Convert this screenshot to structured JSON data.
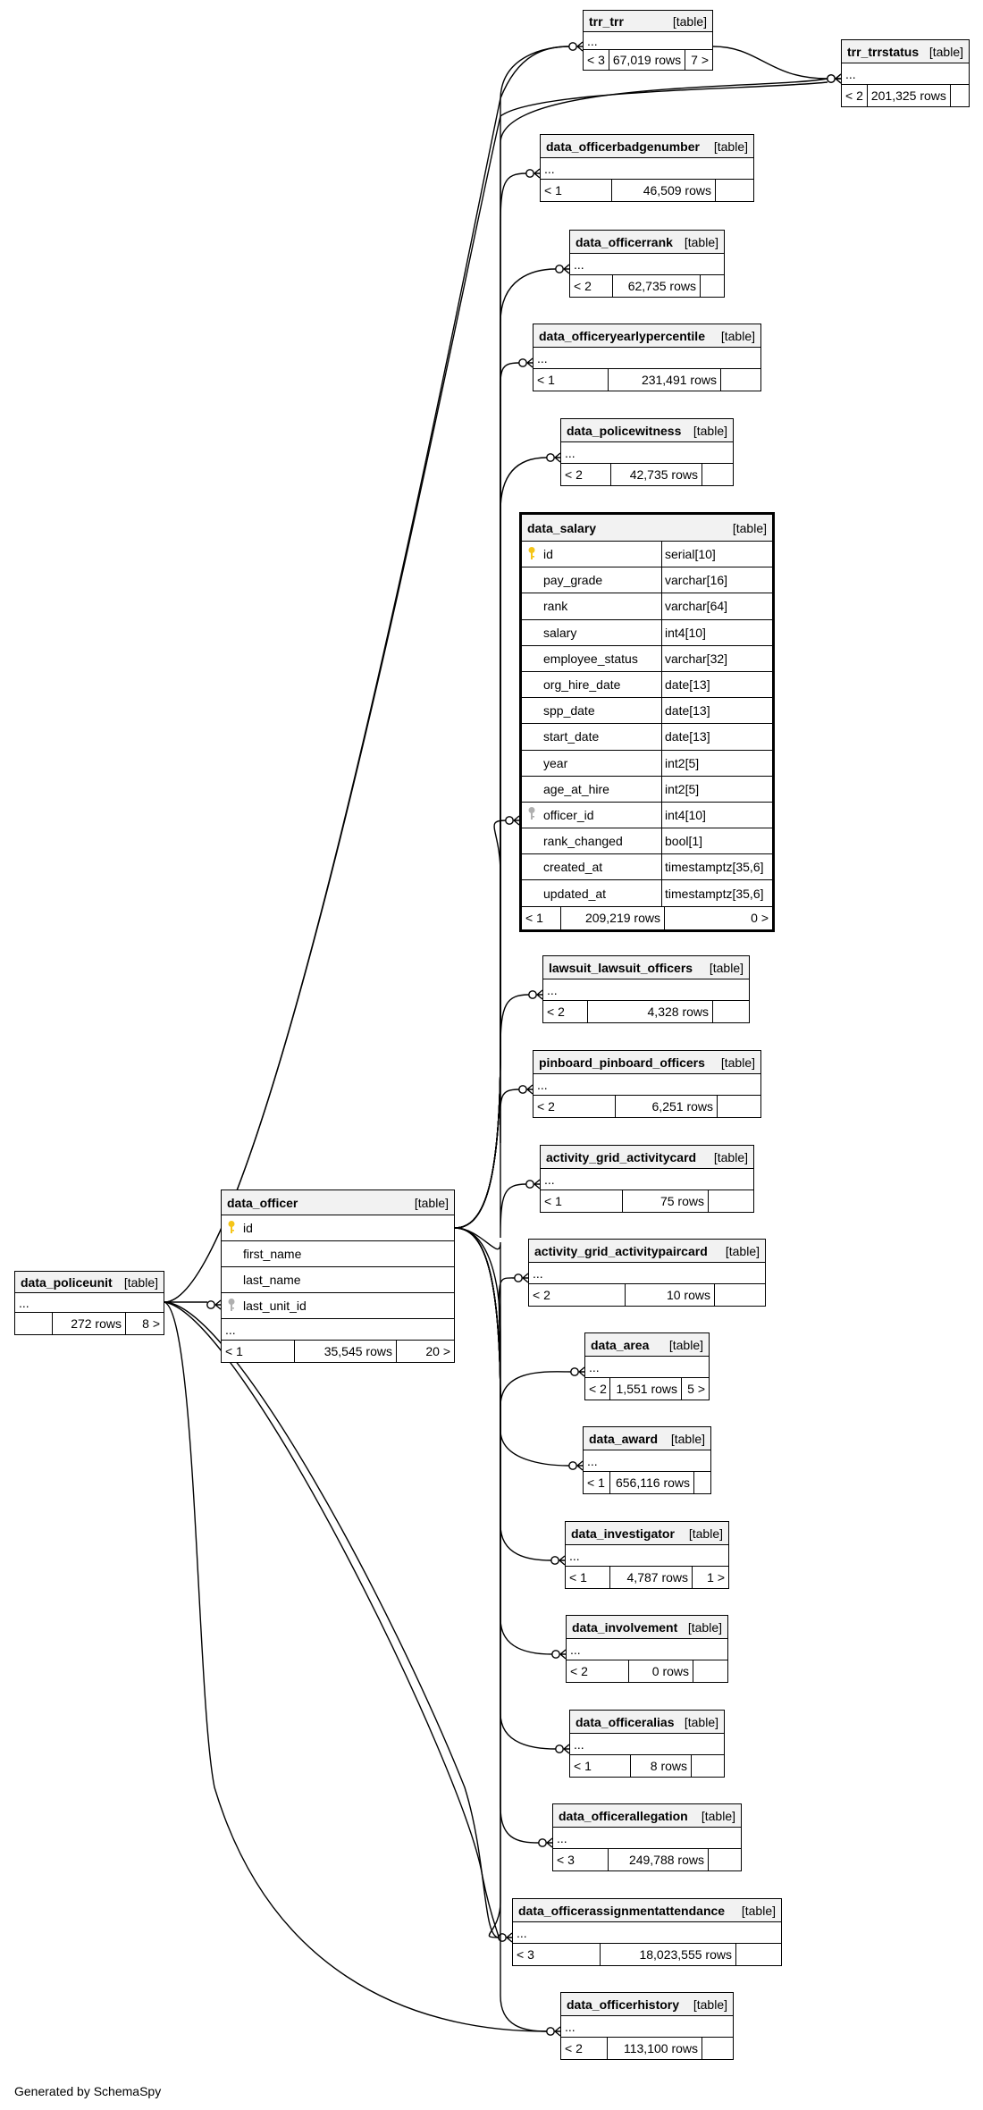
{
  "tables": {
    "trr_trr": {
      "name": "trr_trr",
      "type": "[table]",
      "ellipsis": "...",
      "parents": "< 3",
      "rows": "67,019 rows",
      "children": "7 >"
    },
    "trr_trrstatus": {
      "name": "trr_trrstatus",
      "type": "[table]",
      "ellipsis": "...",
      "parents": "< 2",
      "rows": "201,325 rows",
      "children": ""
    },
    "data_officerbadgenumber": {
      "name": "data_officerbadgenumber",
      "type": "[table]",
      "ellipsis": "...",
      "parents": "< 1",
      "rows": "46,509 rows",
      "children": ""
    },
    "data_officerrank": {
      "name": "data_officerrank",
      "type": "[table]",
      "ellipsis": "...",
      "parents": "< 2",
      "rows": "62,735 rows",
      "children": ""
    },
    "data_officeryearlypercentile": {
      "name": "data_officeryearlypercentile",
      "type": "[table]",
      "ellipsis": "...",
      "parents": "< 1",
      "rows": "231,491 rows",
      "children": ""
    },
    "data_policewitness": {
      "name": "data_policewitness",
      "type": "[table]",
      "ellipsis": "...",
      "parents": "< 2",
      "rows": "42,735 rows",
      "children": ""
    },
    "data_salary": {
      "name": "data_salary",
      "type": "[table]",
      "columns": [
        {
          "name": "id",
          "type": "serial[10]",
          "key": "pk"
        },
        {
          "name": "pay_grade",
          "type": "varchar[16]",
          "key": ""
        },
        {
          "name": "rank",
          "type": "varchar[64]",
          "key": ""
        },
        {
          "name": "salary",
          "type": "int4[10]",
          "key": ""
        },
        {
          "name": "employee_status",
          "type": "varchar[32]",
          "key": ""
        },
        {
          "name": "org_hire_date",
          "type": "date[13]",
          "key": ""
        },
        {
          "name": "spp_date",
          "type": "date[13]",
          "key": ""
        },
        {
          "name": "start_date",
          "type": "date[13]",
          "key": ""
        },
        {
          "name": "year",
          "type": "int2[5]",
          "key": ""
        },
        {
          "name": "age_at_hire",
          "type": "int2[5]",
          "key": ""
        },
        {
          "name": "officer_id",
          "type": "int4[10]",
          "key": "fk"
        },
        {
          "name": "rank_changed",
          "type": "bool[1]",
          "key": ""
        },
        {
          "name": "created_at",
          "type": "timestamptz[35,6]",
          "key": ""
        },
        {
          "name": "updated_at",
          "type": "timestamptz[35,6]",
          "key": ""
        }
      ],
      "parents": "< 1",
      "rows": "209,219 rows",
      "children": "0 >"
    },
    "lawsuit_lawsuit_officers": {
      "name": "lawsuit_lawsuit_officers",
      "type": "[table]",
      "ellipsis": "...",
      "parents": "< 2",
      "rows": "4,328 rows",
      "children": ""
    },
    "pinboard_pinboard_officers": {
      "name": "pinboard_pinboard_officers",
      "type": "[table]",
      "ellipsis": "...",
      "parents": "< 2",
      "rows": "6,251 rows",
      "children": ""
    },
    "activity_grid_activitycard": {
      "name": "activity_grid_activitycard",
      "type": "[table]",
      "ellipsis": "...",
      "parents": "< 1",
      "rows": "75 rows",
      "children": ""
    },
    "activity_grid_activitypaircard": {
      "name": "activity_grid_activitypaircard",
      "type": "[table]",
      "ellipsis": "...",
      "parents": "< 2",
      "rows": "10 rows",
      "children": ""
    },
    "data_area": {
      "name": "data_area",
      "type": "[table]",
      "ellipsis": "...",
      "parents": "< 2",
      "rows": "1,551 rows",
      "children": "5 >"
    },
    "data_award": {
      "name": "data_award",
      "type": "[table]",
      "ellipsis": "...",
      "parents": "< 1",
      "rows": "656,116 rows",
      "children": ""
    },
    "data_investigator": {
      "name": "data_investigator",
      "type": "[table]",
      "ellipsis": "...",
      "parents": "< 1",
      "rows": "4,787 rows",
      "children": "1 >"
    },
    "data_involvement": {
      "name": "data_involvement",
      "type": "[table]",
      "ellipsis": "...",
      "parents": "< 2",
      "rows": "0 rows",
      "children": ""
    },
    "data_officeralias": {
      "name": "data_officeralias",
      "type": "[table]",
      "ellipsis": "...",
      "parents": "< 1",
      "rows": "8 rows",
      "children": ""
    },
    "data_officerallegation": {
      "name": "data_officerallegation",
      "type": "[table]",
      "ellipsis": "...",
      "parents": "< 3",
      "rows": "249,788 rows",
      "children": ""
    },
    "data_officerassignmentattendance": {
      "name": "data_officerassignmentattendance",
      "type": "[table]",
      "ellipsis": "...",
      "parents": "< 3",
      "rows": "18,023,555 rows",
      "children": ""
    },
    "data_officerhistory": {
      "name": "data_officerhistory",
      "type": "[table]",
      "ellipsis": "...",
      "parents": "< 2",
      "rows": "113,100 rows",
      "children": ""
    },
    "data_officer": {
      "name": "data_officer",
      "type": "[table]",
      "columns": [
        {
          "name": "id",
          "type": "",
          "key": "pk"
        },
        {
          "name": "first_name",
          "type": "",
          "key": ""
        },
        {
          "name": "last_name",
          "type": "",
          "key": ""
        },
        {
          "name": "last_unit_id",
          "type": "",
          "key": "fk"
        }
      ],
      "ellipsis": "...",
      "parents": "< 1",
      "rows": "35,545 rows",
      "children": "20 >"
    },
    "data_policeunit": {
      "name": "data_policeunit",
      "type": "[table]",
      "ellipsis": "...",
      "parents": "",
      "rows": "272 rows",
      "children": "8 >"
    }
  },
  "footer": {
    "credit": "Generated by SchemaSpy"
  },
  "colors": {
    "line": "#000000",
    "header_bg": "#f2f2f2",
    "pk_key": "#f5c518",
    "fk_key": "#b0b0b0"
  },
  "icons": {
    "primary_key": "key-icon",
    "foreign_key": "key-icon"
  }
}
